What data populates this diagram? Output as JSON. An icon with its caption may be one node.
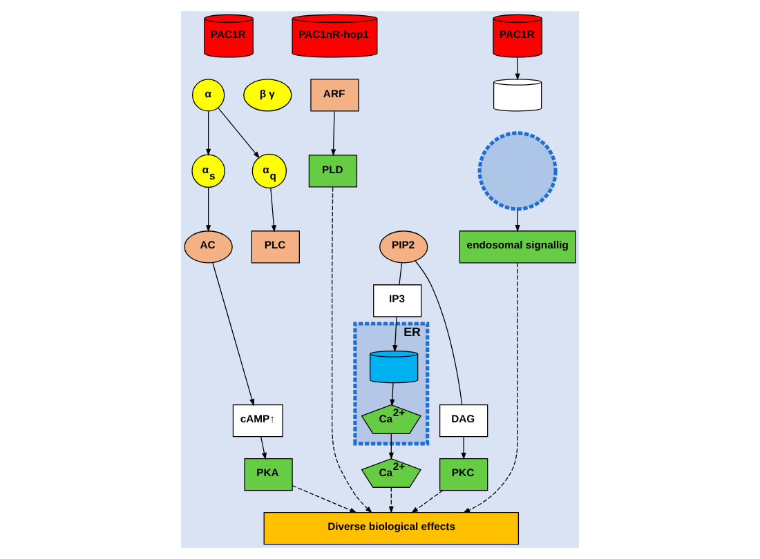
{
  "diagram": {
    "nodes": [
      {
        "text": [
          "PAC1R"
        ]
      },
      {
        "text": [
          "AC"
        ]
      },
      {
        "text": [
          "α"
        ]
      },
      {
        "text": [
          "β γ"
        ]
      },
      {
        "text": [
          "α$_{s}$"
        ]
      },
      {
        "text": [
          "α$_{q}$"
        ]
      },
      {
        "text": [
          "PIP2"
        ]
      },
      {
        "text": [
          "PLC"
        ]
      },
      {
        "text": [
          "PAC1nR-hop1"
        ]
      },
      {
        "text": [
          "ARF"
        ]
      },
      {
        "text": [
          "PLD"
        ]
      },
      {
        "text": [
          "PAC1R"
        ]
      },
      {
        "text": [],
        "shape": "circle"
      },
      {
        "text": [],
        "shape": "cylinder"
      },
      {
        "text": [
          "IP3"
        ]
      },
      {
        "text": [
          "DAG"
        ]
      },
      {
        "text": [
          "cAMP↑"
        ]
      },
      {
        "text": [
          "PKA"
        ]
      },
      {
        "text": [
          "Ca$^{2+}$"
        ]
      },
      {
        "text": [
          "PKC"
        ]
      },
      {
        "text": [
          "ER"
        ]
      },
      {
        "text": [],
        "shape": "cylinder",
        "in": 20
      },
      {
        "text": [
          "Ca$^{2+}$"
        ],
        "in": 20
      },
      {
        "text": [
          "endosomal signallig"
        ]
      },
      {
        "text": [
          "Diverse biological effects"
        ]
      }
    ],
    "edges": [
      {
        "from": 2,
        "to": 4,
        "arrow": "to"
      },
      {
        "from": 2,
        "to": 5,
        "arrow": "to"
      },
      {
        "from": 4,
        "to": 1,
        "arrow": "to"
      },
      {
        "from": 5,
        "to": 7,
        "arrow": "to"
      },
      {
        "from": 1,
        "to": 16,
        "arrow": "to"
      },
      {
        "from": 16,
        "to": 17,
        "arrow": "to"
      },
      {
        "from": 6,
        "to": 14,
        "arrow": "none"
      },
      {
        "from": 6,
        "to": 15,
        "arrow": "none"
      },
      {
        "from": 14,
        "to": 21,
        "arrow": "to"
      },
      {
        "from": 22,
        "to": 18,
        "arrow": "to"
      },
      {
        "from": 21,
        "to": 22,
        "arrow": "to"
      },
      {
        "from": 15,
        "to": 19,
        "arrow": "to"
      },
      {
        "from": 9,
        "to": 10,
        "arrow": "to"
      },
      {
        "from": 11,
        "to": 13,
        "arrow": "to"
      },
      {
        "from": 12,
        "to": 23,
        "arrow": "to"
      },
      {
        "from": 17,
        "to": 24,
        "arrow": "to",
        "style": "dashed"
      },
      {
        "from": 18,
        "to": 24,
        "arrow": "to",
        "style": "dashed"
      },
      {
        "from": 19,
        "to": 24,
        "arrow": "to",
        "style": "dashed"
      },
      {
        "from": 10,
        "to": 24,
        "arrow": "to",
        "style": "dashed"
      },
      {
        "from": 23,
        "to": 24,
        "arrow": "to",
        "style": "dashed"
      }
    ]
  }
}
